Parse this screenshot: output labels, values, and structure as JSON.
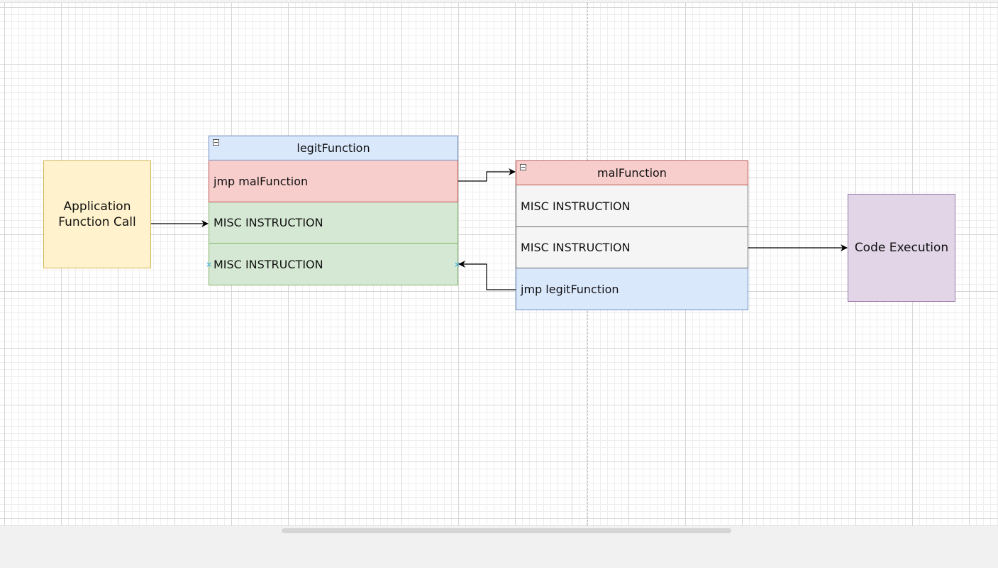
{
  "nodes": {
    "app_call": {
      "label": "Application Function Call",
      "fill": "#fff2cc",
      "stroke": "#d6b656"
    },
    "code_exec": {
      "label": "Code Execution",
      "fill": "#e1d5e7",
      "stroke": "#9673a6"
    }
  },
  "legit_function": {
    "title": "legitFunction",
    "title_fill": "#dae8fc",
    "rows": [
      {
        "label": "jmp malFunction",
        "fill": "#f8cecc"
      },
      {
        "label": "MISC INSTRUCTION",
        "fill": "#d5e8d4"
      },
      {
        "label": "MISC INSTRUCTION",
        "fill": "#d5e8d4"
      }
    ]
  },
  "mal_function": {
    "title": "malFunction",
    "title_fill": "#f8cecc",
    "rows": [
      {
        "label": "MISC INSTRUCTION",
        "fill": "#f5f5f5"
      },
      {
        "label": "MISC INSTRUCTION",
        "fill": "#f5f5f5"
      },
      {
        "label": "jmp legitFunction",
        "fill": "#dae8fc"
      }
    ]
  },
  "edges": [
    {
      "from": "Application Function Call",
      "to": "MISC INSTRUCTION"
    },
    {
      "from": "jmp malFunction",
      "to": "malFunction"
    },
    {
      "from": "jmp legitFunction",
      "to": "MISC INSTRUCTION"
    },
    {
      "from": "MISC INSTRUCTION",
      "to": "Code Execution"
    }
  ]
}
